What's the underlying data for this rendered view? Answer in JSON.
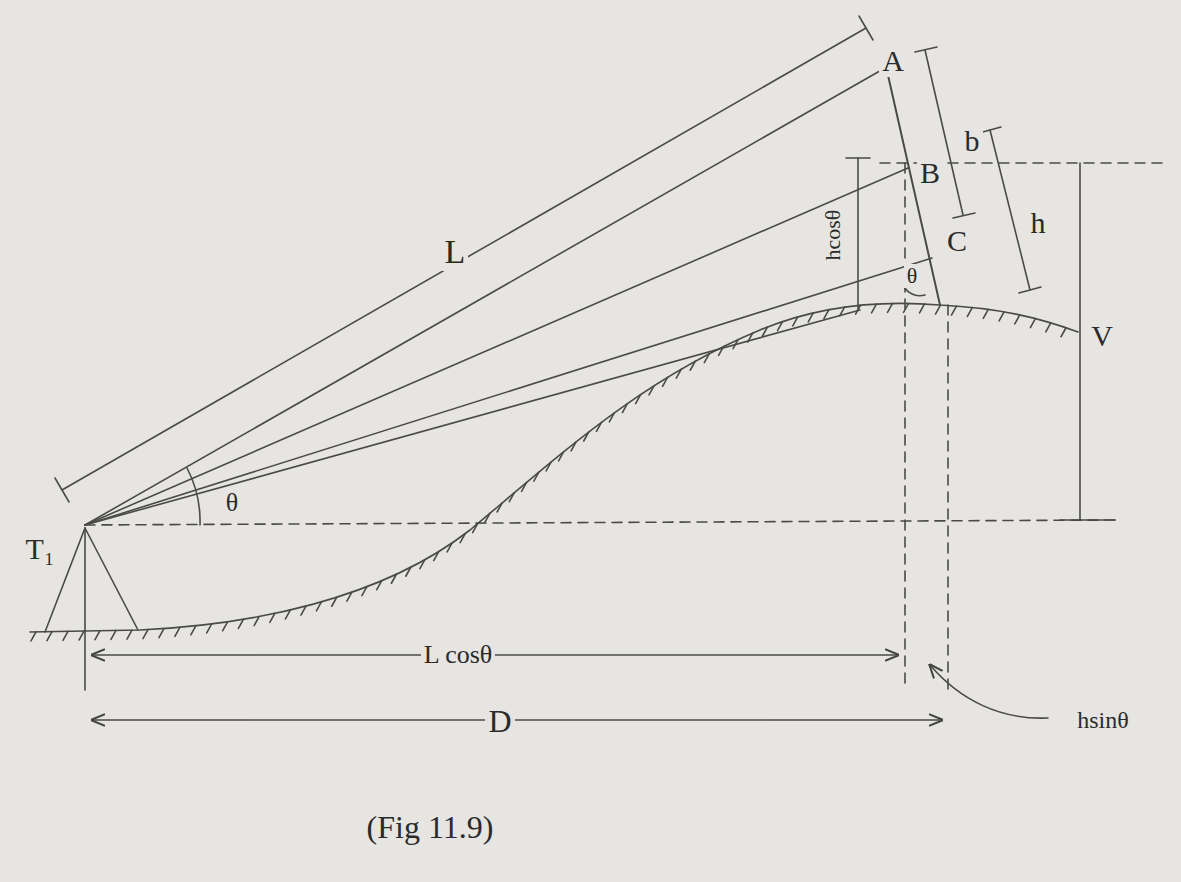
{
  "diagram": {
    "caption": "(Fig 11.9)",
    "labels": [
      "A",
      "B",
      "C",
      "b",
      "h",
      "L",
      "hcosθ",
      "θ",
      "V",
      "θ",
      "T₁",
      "L cosθ",
      "D",
      "hsinθ"
    ]
  }
}
